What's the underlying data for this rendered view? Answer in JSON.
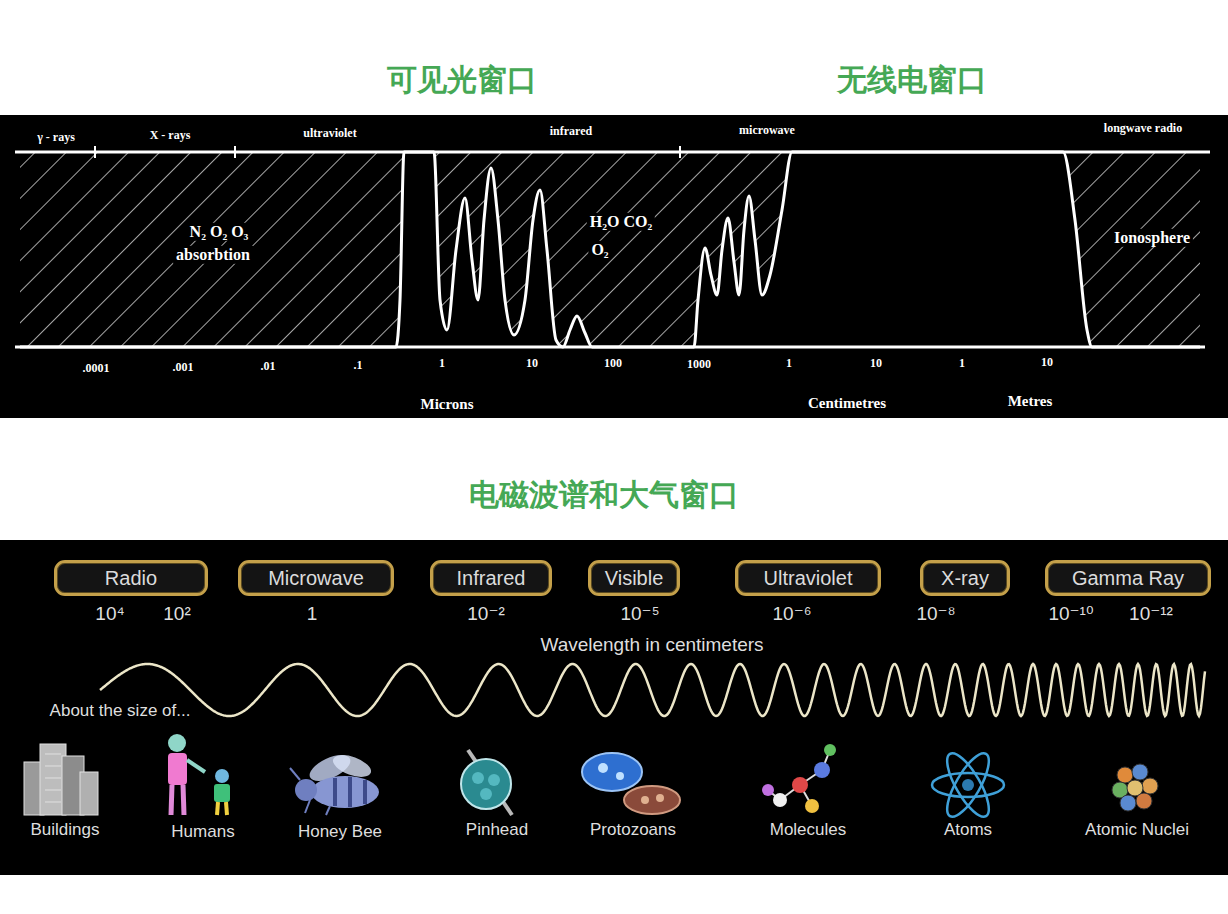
{
  "diagram": {
    "caption": "电磁波谱和大气窗口",
    "nodes": [
      {
        "text": [
          "Radio"
        ]
      },
      {
        "text": [
          "Microwave"
        ]
      },
      {
        "text": [
          "Infrared"
        ]
      },
      {
        "text": [
          "Visible"
        ]
      },
      {
        "text": [
          "Ultraviolet"
        ]
      },
      {
        "text": [
          "X-ray"
        ]
      },
      {
        "text": [
          "Gamma Ray"
        ]
      }
    ],
    "labels": [
      "可见光窗口",
      "无线电窗口",
      "γ - rays",
      "X - rays",
      "ultraviolet",
      "infrared",
      "microwave",
      "longwave radio",
      "N₂ O₂ O₃",
      "absorbtion",
      "H₂O CO₂",
      "O₂",
      "Ionosphere",
      ".0001",
      ".001",
      ".01",
      ".1",
      "1",
      "10",
      "100",
      "1000",
      "1",
      "10",
      "1",
      "10",
      "Microns",
      "Centimetres",
      "Metres",
      "10⁴",
      "10²",
      "1",
      "10⁻²",
      "10⁻⁵",
      "10⁻⁶",
      "10⁻⁸",
      "10⁻¹⁰",
      "10⁻¹²",
      "Wavelength in centimeters",
      "About the size of...",
      "Buildings",
      "Humans",
      "Honey Bee",
      "Pinhead",
      "Protozoans",
      "Molecules",
      "Atoms",
      "Atomic Nuclei"
    ]
  }
}
